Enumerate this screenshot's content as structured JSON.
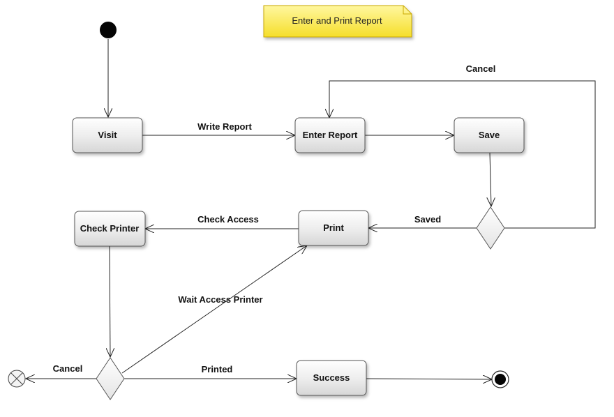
{
  "note": {
    "text": "Enter and Print Report",
    "color": "#ffee58",
    "border": "#d4b400"
  },
  "nodes": {
    "visit": "Visit",
    "enter_report": "Enter Report",
    "save": "Save",
    "print": "Print",
    "check_printer": "Check Printer",
    "success": "Success"
  },
  "edges": {
    "write_report": "Write Report",
    "cancel_top": "Cancel",
    "saved": "Saved",
    "check_access": "Check Access",
    "wait_access_printer": "Wait Access Printer",
    "cancel_bottom": "Cancel",
    "printed": "Printed"
  }
}
